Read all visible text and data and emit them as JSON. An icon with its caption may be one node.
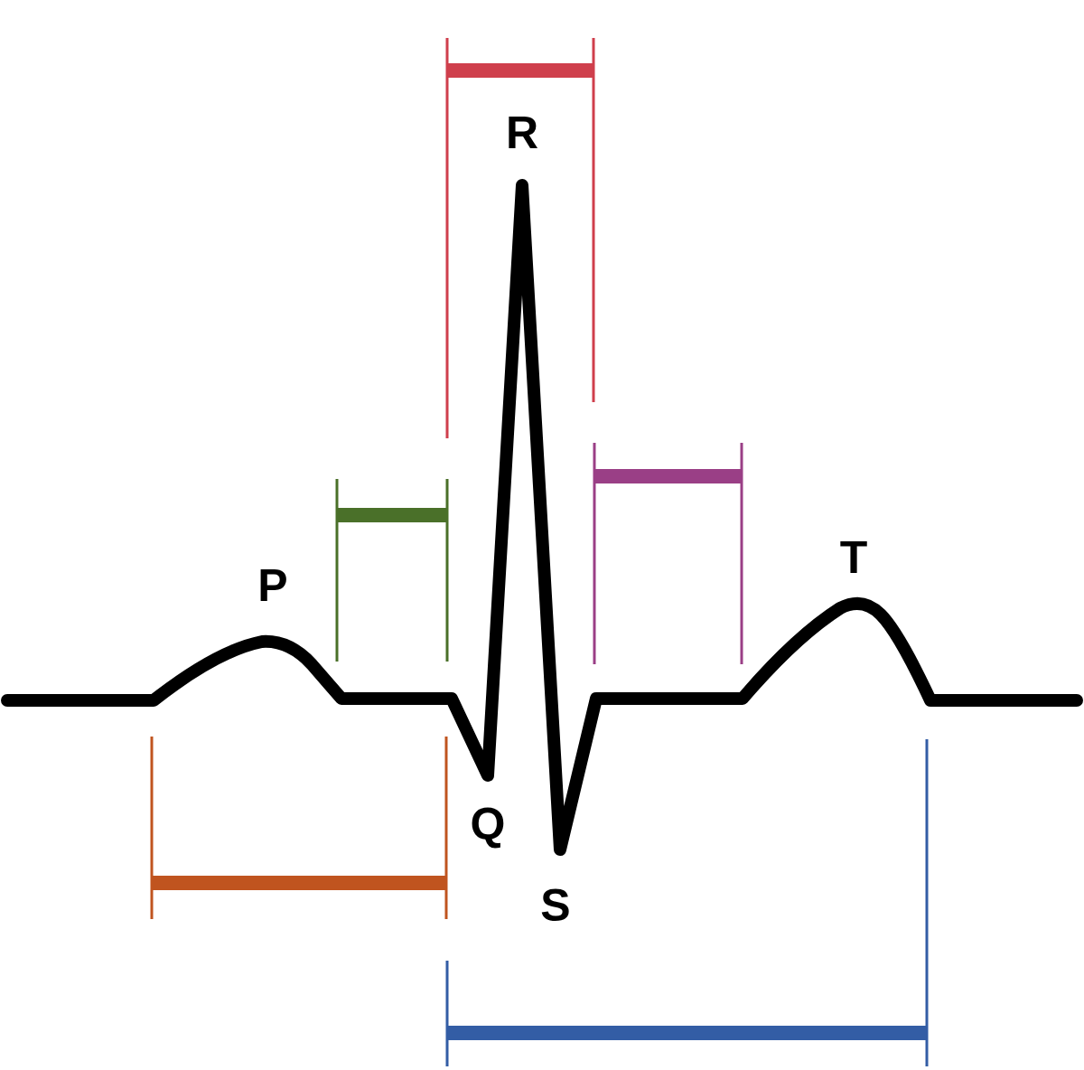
{
  "diagram": {
    "labels": [
      "R",
      "T",
      "P",
      "Q",
      "S"
    ]
  }
}
